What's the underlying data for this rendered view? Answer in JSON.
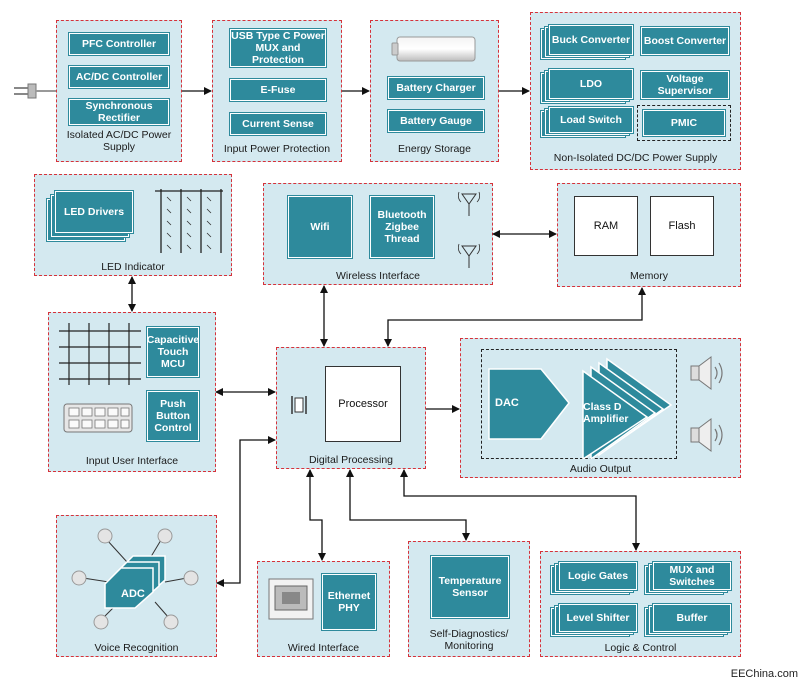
{
  "power": {
    "isolated": {
      "blocks": [
        "PFC Controller",
        "AC/DC Controller",
        "Synchronous Rectifier"
      ],
      "title": "Isolated AC/DC Power Supply"
    },
    "input_protection": {
      "blocks": [
        "USB Type C Power MUX and Protection",
        "E-Fuse",
        "Current Sense"
      ],
      "title": "Input Power Protection"
    },
    "energy": {
      "blocks": [
        "Battery Charger",
        "Battery Gauge"
      ],
      "title": "Energy Storage"
    },
    "nonisolated": {
      "blocks": [
        "Buck Converter",
        "Boost Converter",
        "LDO",
        "Voltage Supervisor",
        "Load Switch",
        "PMIC"
      ],
      "title": "Non-Isolated DC/DC Power Supply"
    }
  },
  "led": {
    "block": "LED Drivers",
    "title": "LED Indicator"
  },
  "wireless": {
    "blocks": [
      "Wifi",
      "Bluetooth Zigbee Thread"
    ],
    "title": "Wireless Interface"
  },
  "memory": {
    "blocks": [
      "RAM",
      "Flash"
    ],
    "title": "Memory"
  },
  "input_ui": {
    "blocks": [
      "Capacitive Touch MCU",
      "Push Button Control"
    ],
    "title": "Input User Interface"
  },
  "digital": {
    "block": "Processor",
    "title": "Digital Processing"
  },
  "audio": {
    "dac": "DAC",
    "amp": "Class D Amplifier",
    "title": "Audio Output"
  },
  "voice": {
    "adc": "ADC",
    "title": "Voice Recognition"
  },
  "wired": {
    "block": "Ethernet PHY",
    "title": "Wired Interface"
  },
  "diag": {
    "block": "Temperature Sensor",
    "title": "Self-Diagnostics/ Monitoring"
  },
  "logic": {
    "blocks": [
      "Logic Gates",
      "MUX and Switches",
      "Level Shifter",
      "Buffer"
    ],
    "title": "Logic & Control"
  },
  "footer": "EEChina.com",
  "colors": {
    "panel": "#d4e9f0",
    "block": "#2e8a9c",
    "border": "#d6323a"
  }
}
